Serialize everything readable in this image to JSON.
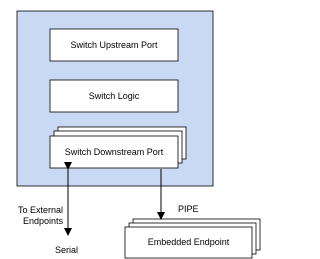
{
  "switch": {
    "upstream_port": "Switch Upstream Port",
    "logic": "Switch Logic",
    "downstream_port": "Switch Downstream Port"
  },
  "embedded_endpoint": "Embedded Endpoint",
  "labels": {
    "to_external_line1": "To External",
    "to_external_line2": "Endpoints",
    "serial": "Serial",
    "pipe": "PIPE"
  },
  "colors": {
    "switch_fill": "#c9d9f3",
    "box_fill": "#ffffff",
    "stroke": "#000000"
  }
}
